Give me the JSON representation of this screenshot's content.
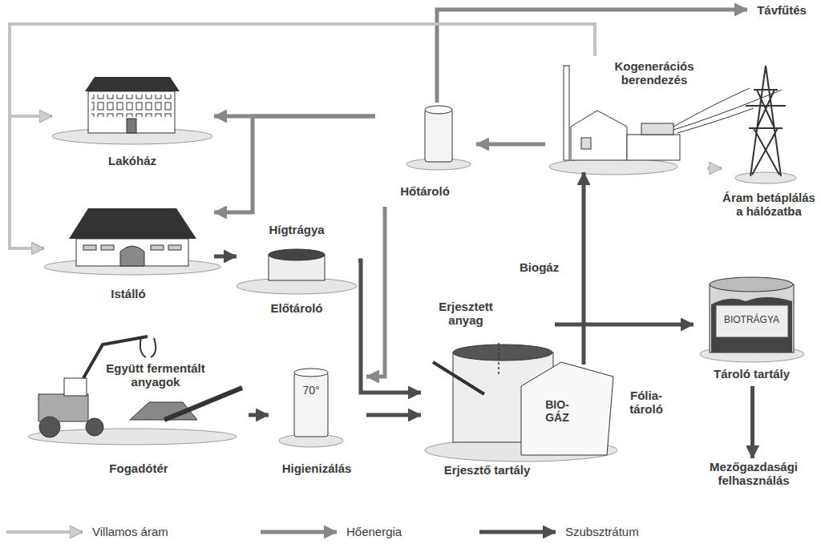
{
  "diagram": {
    "nodes": [
      {
        "text": [
          "Távfűtés"
        ]
      },
      {
        "text": [
          "Lakóház"
        ]
      },
      {
        "text": [
          "Hőtároló"
        ]
      },
      {
        "text": [
          "Kogenerációs berendezés"
        ]
      },
      {
        "text": [
          "Istálló"
        ]
      },
      {
        "text": [
          "Áram betáplálás a hálózatba"
        ]
      },
      {
        "text": [
          "Hígtrágya",
          "Előtároló"
        ]
      },
      {
        "text": [
          "BIOTRÁGYA",
          "Tároló tartály"
        ]
      },
      {
        "text": [
          "Együtt fermentált anyagok",
          "Fogadótér"
        ]
      },
      {
        "text": [
          "70°",
          "Higienizálás"
        ]
      },
      {
        "text": [
          "Erjesztett anyag",
          "Erjesztő tartály"
        ]
      },
      {
        "text": [
          "BIO-GÁZ",
          "Fólia-tároló"
        ]
      },
      {
        "text": [
          "Mezőgazdasági felhasználás"
        ]
      }
    ],
    "edges": [
      {
        "from": 3,
        "to": 2,
        "arrow": "to"
      },
      {
        "from": 2,
        "to": 1,
        "arrow": "to"
      },
      {
        "from": 2,
        "to": 4,
        "arrow": "to"
      },
      {
        "from": 2,
        "to": 9,
        "arrow": "to"
      },
      {
        "from": 2,
        "to": 0,
        "arrow": "to"
      },
      {
        "from": 4,
        "to": 6,
        "arrow": "to"
      },
      {
        "from": 6,
        "to": 10,
        "arrow": "to"
      },
      {
        "from": 8,
        "to": 9,
        "arrow": "to"
      },
      {
        "from": 9,
        "to": 10,
        "arrow": "to"
      },
      {
        "from": 11,
        "to": 3,
        "label": "Biogáz",
        "arrow": "to"
      },
      {
        "from": 10,
        "to": 7,
        "arrow": "to"
      },
      {
        "from": 7,
        "to": 12,
        "arrow": "to"
      },
      {
        "from": 3,
        "to": 5,
        "arrow": "to"
      },
      {
        "from": 3,
        "to": 1,
        "arrow": "to"
      },
      {
        "from": 3,
        "to": 4,
        "arrow": "to"
      }
    ],
    "legend": [
      {
        "text": "Villamos áram"
      },
      {
        "text": "Hőenergia"
      },
      {
        "text": "Szubsztrátum"
      }
    ]
  }
}
